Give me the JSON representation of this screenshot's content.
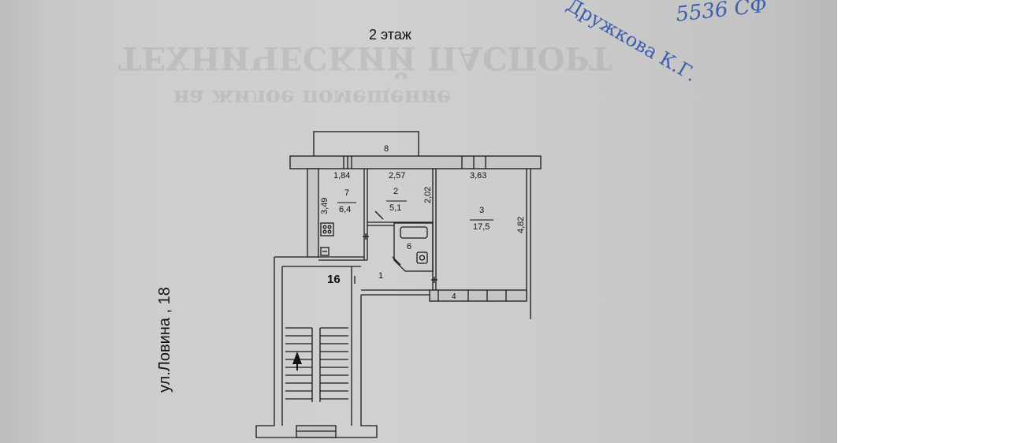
{
  "floor_label": "2 этаж",
  "street_label": "ул.Ловина , 18",
  "stamp": {
    "name": "Дружкова К.Г.",
    "code": "5536 СФ",
    "color": "#3d5fae"
  },
  "flat_number": "16",
  "rooms": [
    {
      "number": "1"
    },
    {
      "number": "2",
      "area": "5,1"
    },
    {
      "number": "3",
      "area": "17,5"
    },
    {
      "number": "4"
    },
    {
      "number": "6"
    },
    {
      "number": "7",
      "area": "6,4"
    },
    {
      "number": "8"
    }
  ],
  "dimensions": [
    "1,84",
    "2,57",
    "3,63",
    "3,49",
    "2,02",
    "4,82"
  ]
}
